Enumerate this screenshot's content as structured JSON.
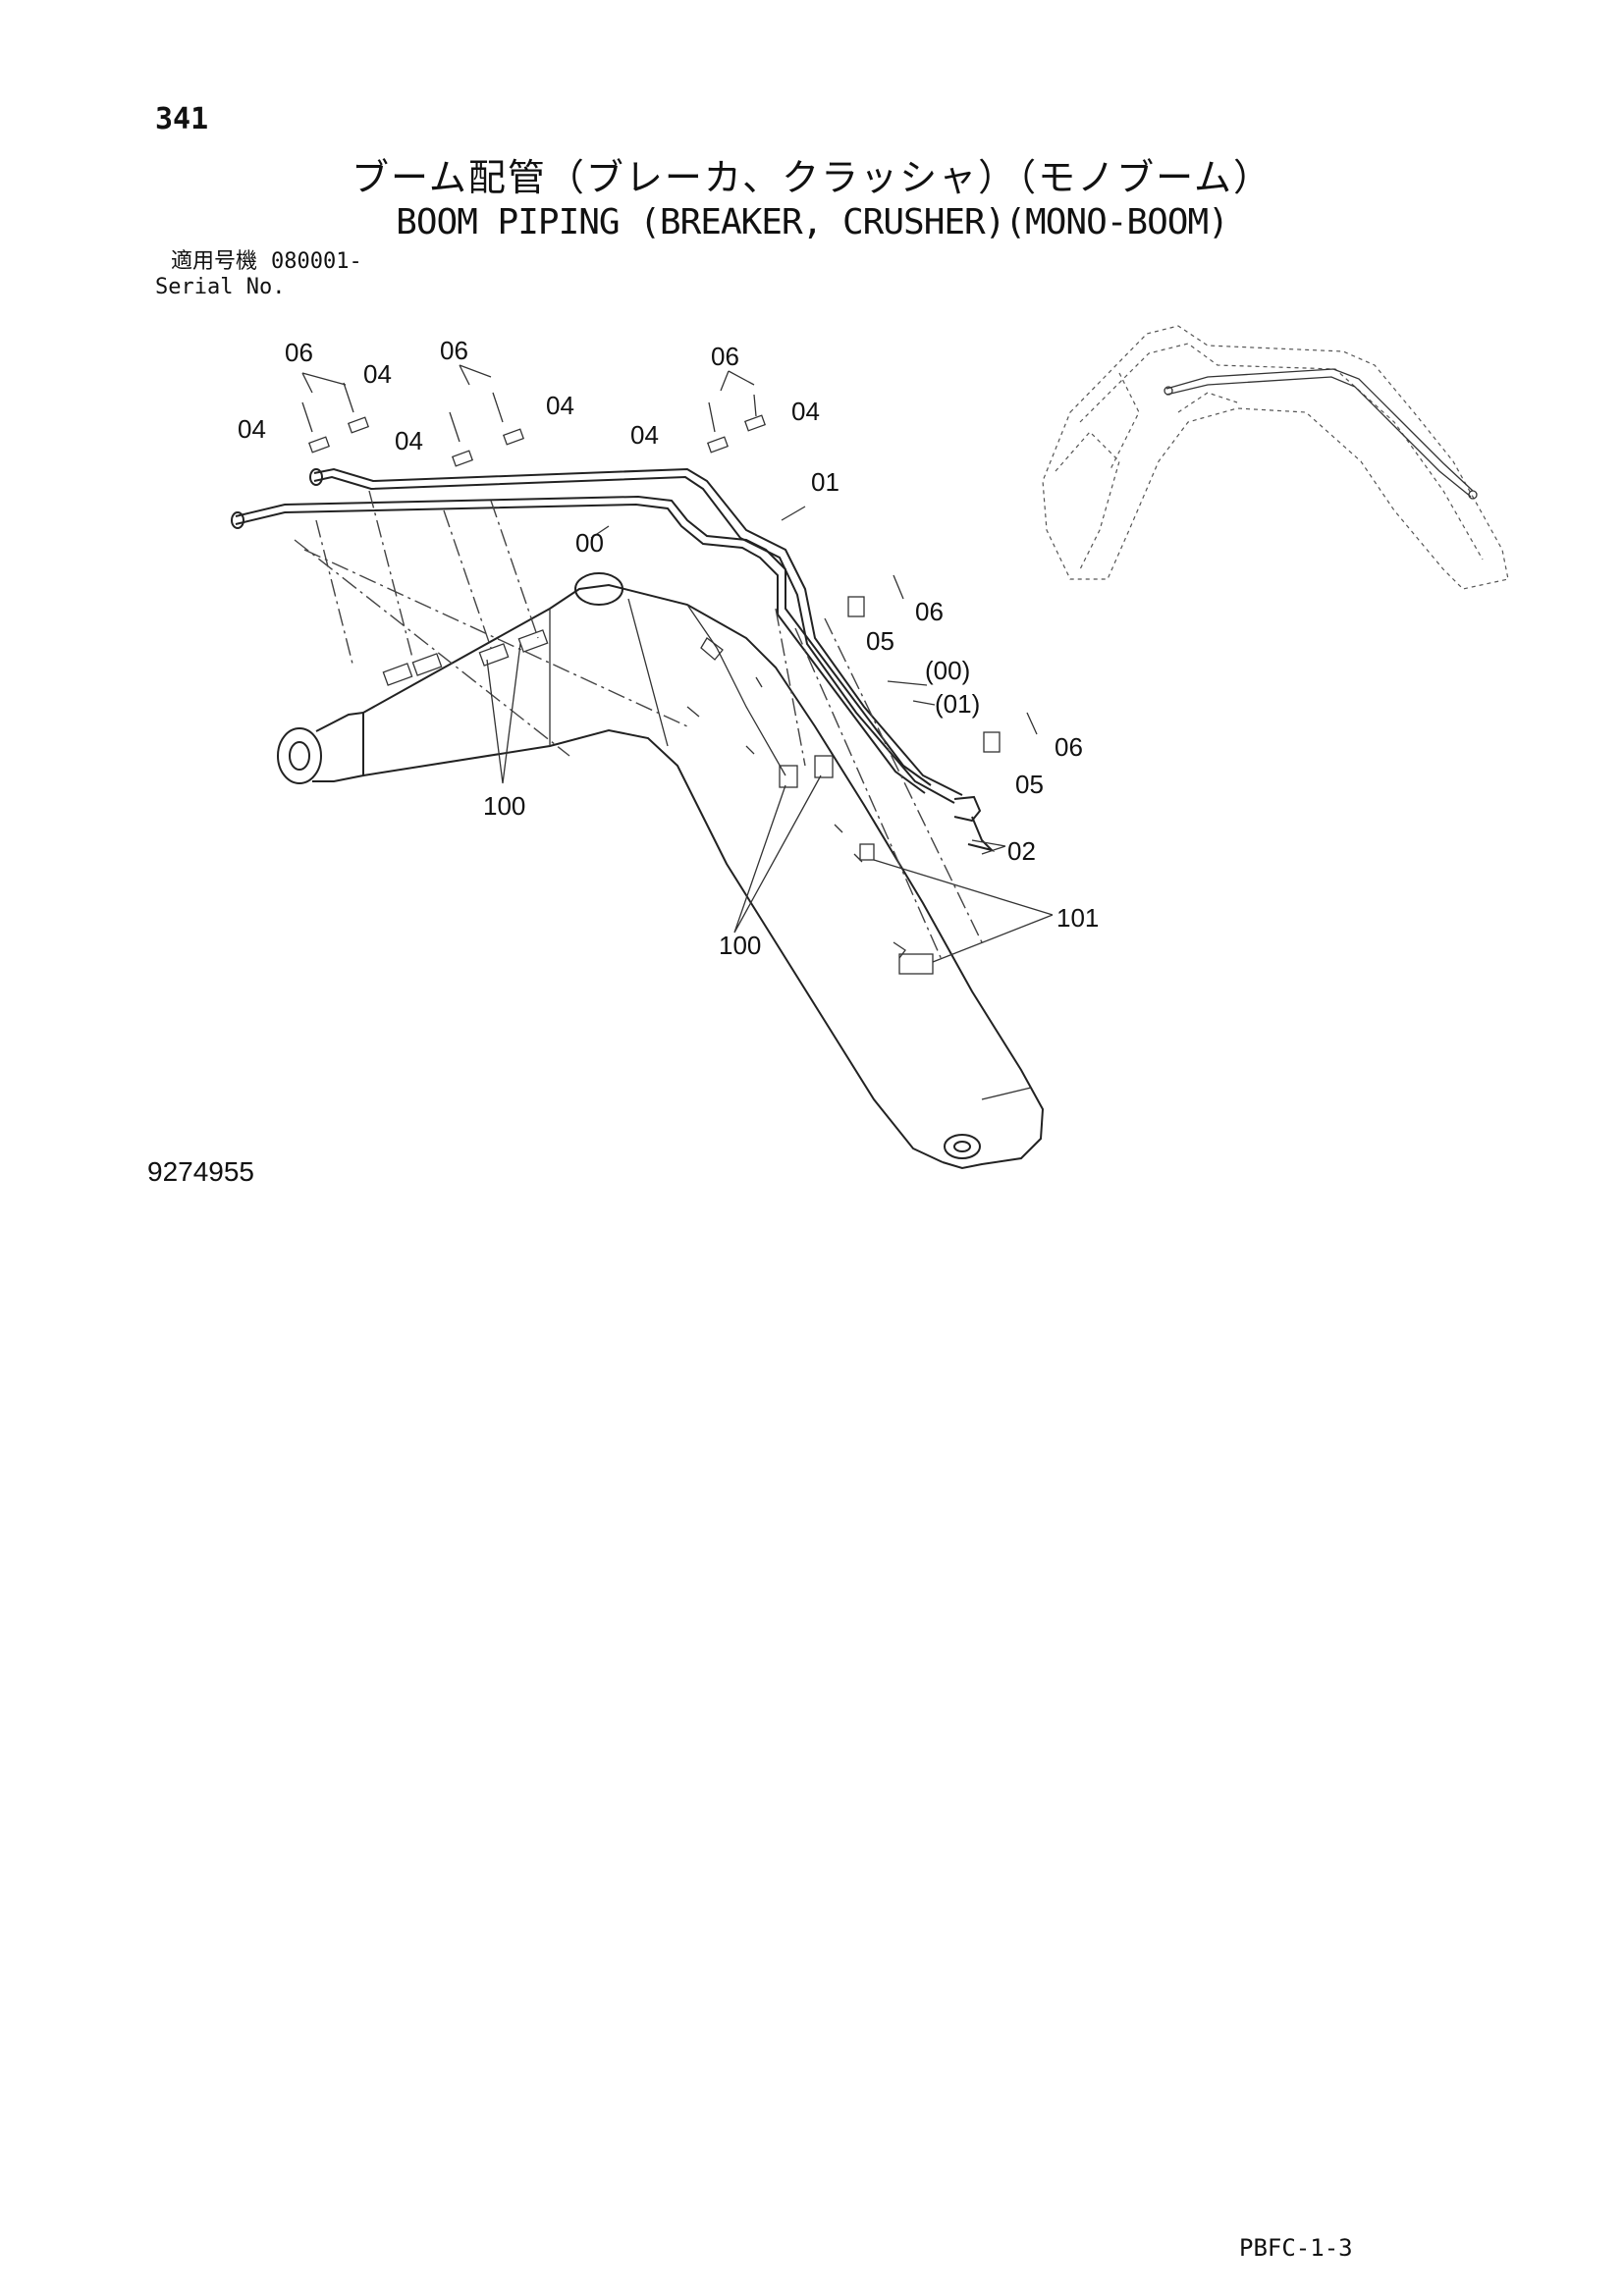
{
  "page": {
    "number": "341",
    "title_jp": "ブーム配管（ブレーカ、クラッシャ）（モノブーム）",
    "title_en": "BOOM PIPING (BREAKER, CRUSHER)(MONO-BOOM)",
    "serial_label_jp": "適用号機",
    "serial_value": "080001-",
    "serial_label_en": "Serial No.",
    "drawing_number": "9274955",
    "page_code": "PBFC-1-3"
  },
  "callouts": {
    "c06a": "06",
    "c04a": "04",
    "c04b": "04",
    "c06b": "06",
    "c04c": "04",
    "c04d": "04",
    "c06c": "06",
    "c04e": "04",
    "c04f": "04",
    "c00": "00",
    "c01": "01",
    "c06d": "06",
    "c05a": "05",
    "c00p": "(00)",
    "c01p": "(01)",
    "c06e": "06",
    "c05b": "05",
    "c02": "02",
    "c100a": "100",
    "c100b": "100",
    "c101": "101"
  }
}
